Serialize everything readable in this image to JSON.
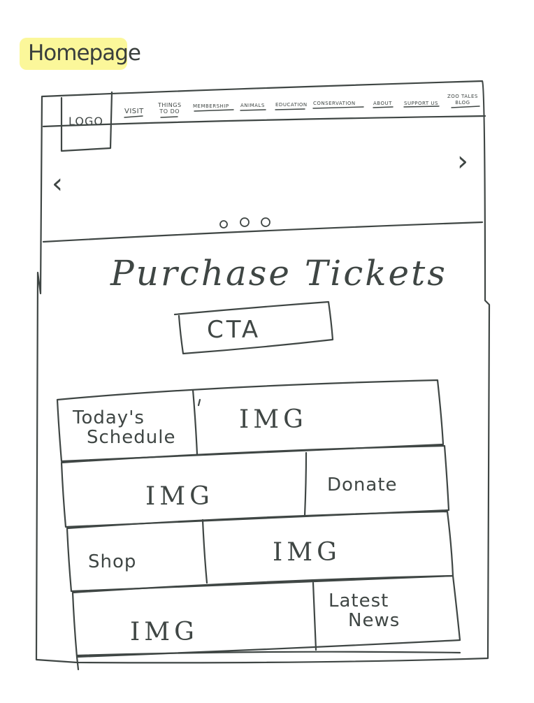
{
  "page_title": "Homepage",
  "header": {
    "logo": "LOGO",
    "nav": [
      {
        "label": "VISIT"
      },
      {
        "label": "THINGS TO DO",
        "line1": "THINGS",
        "line2": "TO DO"
      },
      {
        "label": "MEMBERSHIP"
      },
      {
        "label": "ANIMALS"
      },
      {
        "label": "EDUCATION"
      },
      {
        "label": "CONSERVATION"
      },
      {
        "label": "ABOUT"
      },
      {
        "label": "SUPPORT US"
      },
      {
        "label": "ZOO TALES BLOG",
        "line1": "ZOO TALES",
        "line2": "BLOG"
      }
    ]
  },
  "carousel": {
    "prev_icon": "chevron-left-icon",
    "next_icon": "chevron-right-icon",
    "dot_count": 3
  },
  "hero": {
    "title": "Purchase Tickets",
    "cta_label": "CTA"
  },
  "tiles": {
    "schedule_line1": "Today's",
    "schedule_line2": "Schedule",
    "img_label": "IMG",
    "donate": "Donate",
    "shop": "Shop",
    "news_line1": "Latest",
    "news_line2": "News"
  },
  "colors": {
    "ink": "#3f4644",
    "highlight": "#fbf79a"
  }
}
